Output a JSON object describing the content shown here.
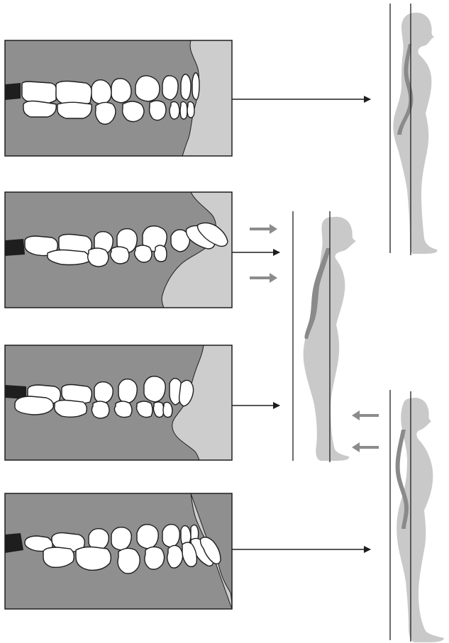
{
  "colors": {
    "background": "#ffffff",
    "gum": "#8f8f8f",
    "lip": "#cdcdcd",
    "tooth_fill": "#ffffff",
    "outline": "#1e1e1e",
    "silhouette": "#c9c9c9",
    "spine": "#8a8a8a",
    "arrow_dark": "#1e1e1e",
    "arrow_light": "#8c8c8c"
  },
  "panels": [
    {
      "id": "bite-1",
      "occlusion": "neutral"
    },
    {
      "id": "bite-2",
      "occlusion": "proclined-upper"
    },
    {
      "id": "bite-3",
      "occlusion": "deep"
    },
    {
      "id": "bite-4",
      "occlusion": "protruded-lower"
    }
  ],
  "figures": [
    {
      "id": "posture-upright",
      "posture": "neutral"
    },
    {
      "id": "posture-forward",
      "posture": "forward-lean"
    },
    {
      "id": "posture-backward",
      "posture": "backward-lean"
    }
  ],
  "connections": [
    {
      "from": "bite-1",
      "to": "posture-upright"
    },
    {
      "from": "bite-2",
      "to": "posture-forward"
    },
    {
      "from": "bite-3",
      "to": "posture-forward"
    },
    {
      "from": "bite-4",
      "to": "posture-backward"
    }
  ],
  "force_indicators": [
    {
      "target": "posture-forward",
      "direction": "right",
      "count": 2
    },
    {
      "target": "posture-backward",
      "direction": "left",
      "count": 2
    }
  ]
}
